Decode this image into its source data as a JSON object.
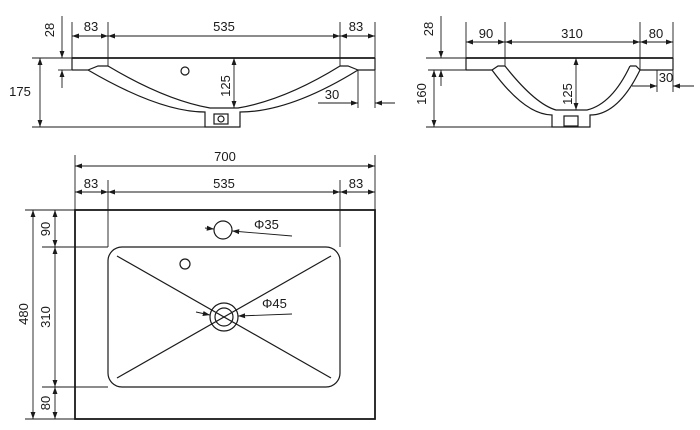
{
  "side_view_long": {
    "top_thickness": "28",
    "left_rim": "83",
    "bowl_width": "535",
    "right_rim": "83",
    "total_height": "175",
    "bowl_depth": "125",
    "outlet_offset": "30"
  },
  "side_view_short": {
    "top_thickness": "28",
    "front_rim": "90",
    "bowl_width": "310",
    "back_rim": "80",
    "total_height": "160",
    "bowl_depth": "125",
    "outlet_offset": "30"
  },
  "top_view": {
    "overall_width": "700",
    "left_rim": "83",
    "bowl_width": "535",
    "right_rim": "83",
    "overall_depth": "480",
    "back_rim": "90",
    "bowl_depth": "310",
    "front_rim": "80",
    "tap_hole": "Φ35",
    "drain_hole": "Φ45"
  }
}
